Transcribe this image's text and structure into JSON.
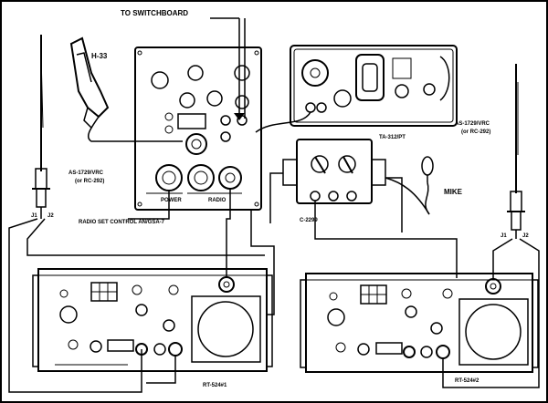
{
  "labels": {
    "to_switchboard": "TO SWITCHBOARD",
    "h33": "H-33",
    "ta312": "TA-312/PT",
    "as1729_right_1": "AS-1729/VRC",
    "as1729_right_2": "(or RC-292)",
    "as1729_left_1": "AS-1729/VRC",
    "as1729_left_2": "(or RC-292)",
    "j1_left": "J1",
    "j2_left": "J2",
    "radio_set_control": "RADIO SET CONTROL AN/GSA-7",
    "c2299": "C-2299",
    "mike": "MIKE",
    "j1_right": "J1",
    "j2_right": "J2",
    "rt524_1": "RT-524#1",
    "rt524_2": "RT-524#2"
  }
}
